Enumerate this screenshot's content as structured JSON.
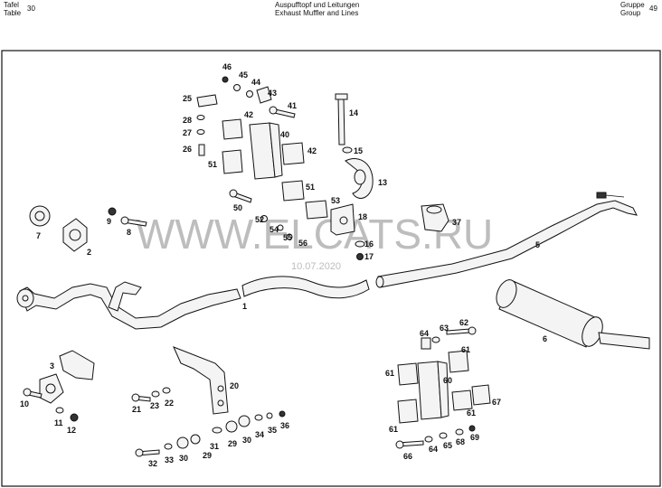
{
  "header": {
    "left_line1": "Tafel",
    "left_line2": "Table",
    "table_number": "30",
    "title_de": "Auspufftopf und Leitungen",
    "title_en": "Exhaust Muffler and Lines",
    "right_line1": "Gruppe",
    "right_line2": "Group",
    "group_number": "49"
  },
  "watermark": {
    "site_a": "WWW.ELCATS.RU",
    "date": "10.07.2020"
  },
  "labels": {
    "p1": "1",
    "p2": "2",
    "p3": "3",
    "p5": "5",
    "p6": "6",
    "p7": "7",
    "p8": "8",
    "p9": "9",
    "p10": "10",
    "p11": "11",
    "p12": "12",
    "p13": "13",
    "p14": "14",
    "p15": "15",
    "p16": "16",
    "p17": "17",
    "p18": "18",
    "p20": "20",
    "p21": "21",
    "p22": "22",
    "p23": "23",
    "p25": "25",
    "p26": "26",
    "p27": "27",
    "p28": "28",
    "p29a": "29",
    "p29b": "29",
    "p30a": "30",
    "p30b": "30",
    "p31": "31",
    "p32": "32",
    "p33": "33",
    "p34": "34",
    "p35": "35",
    "p36": "36",
    "p37": "37",
    "p40": "40",
    "p41": "41",
    "p42a": "42",
    "p42b": "42",
    "p43": "43",
    "p44": "44",
    "p45": "45",
    "p46": "46",
    "p50": "50",
    "p51a": "51",
    "p51b": "51",
    "p52": "52",
    "p53": "53",
    "p54": "54",
    "p55": "55",
    "p56": "56",
    "p60": "60",
    "p61a": "61",
    "p61b": "61",
    "p61c": "61",
    "p61d": "61",
    "p62": "62",
    "p63": "63",
    "p64a": "64",
    "p64b": "64",
    "p65": "65",
    "p66": "66",
    "p67": "67",
    "p68": "68",
    "p69": "69"
  }
}
